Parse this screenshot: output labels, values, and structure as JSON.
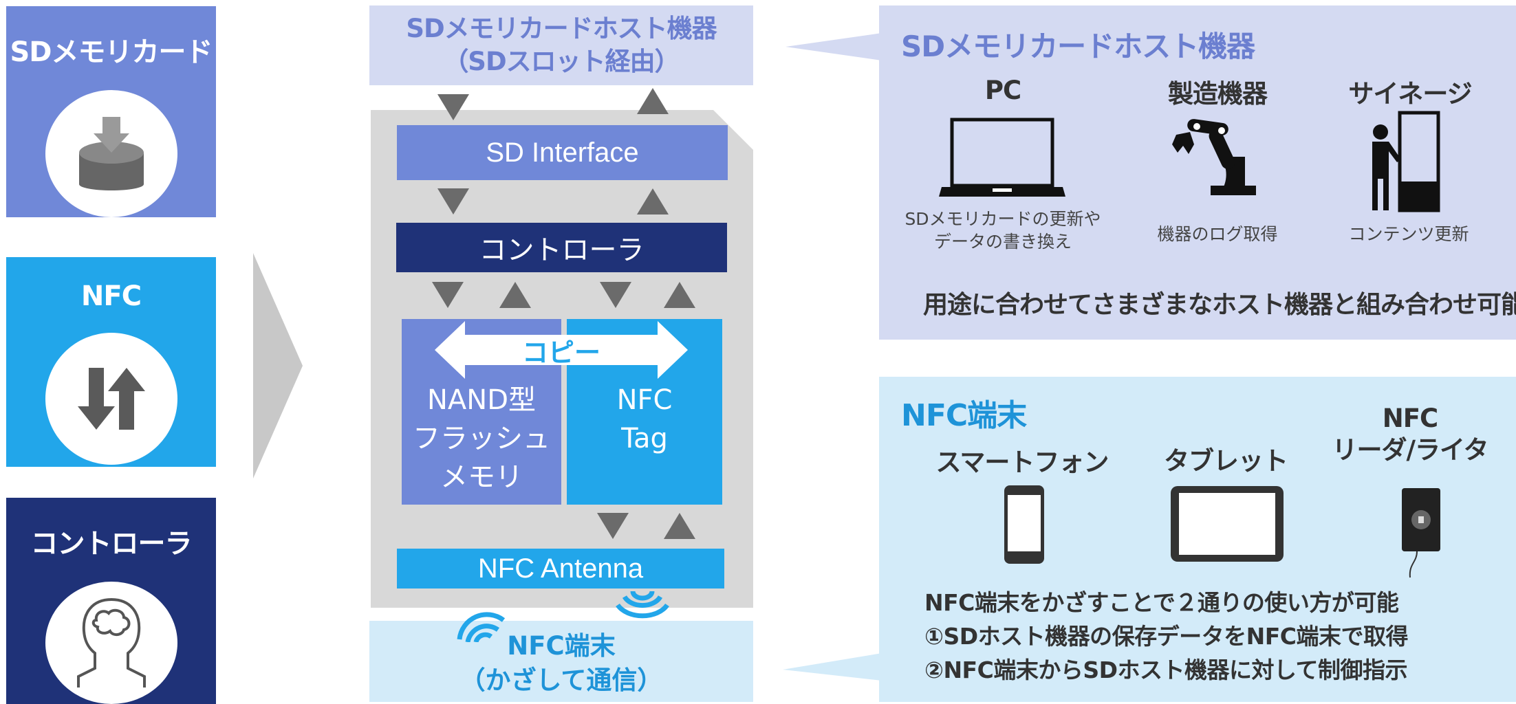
{
  "left_tiles": [
    {
      "label": "SDメモリカード",
      "icon": "sd-card-insert-icon",
      "color": "#7088d8"
    },
    {
      "label": "NFC",
      "icon": "bidirectional-arrows-icon",
      "color": "#22a6ea"
    },
    {
      "label": "コントローラ",
      "icon": "head-brain-icon",
      "color": "#1f3278"
    }
  ],
  "center": {
    "host_box_line1": "SDメモリカードホスト機器",
    "host_box_line2": "（SDスロット経由）",
    "sd_interface": "SD Interface",
    "controller": "コントローラ",
    "copy_label": "コピー",
    "nand_line1": "NAND型",
    "nand_line2": "フラッシュ",
    "nand_line3": "メモリ",
    "nfc_tag_line1": "NFC",
    "nfc_tag_line2": "Tag",
    "antenna": "NFC Antenna",
    "terminal_line1": "NFC端末",
    "terminal_line2": "（かざして通信）"
  },
  "host_panel": {
    "title": "SDメモリカードホスト機器",
    "devices": [
      {
        "label": "PC",
        "icon": "laptop-icon",
        "caption_line1": "SDメモリカードの更新や",
        "caption_line2": "データの書き換え"
      },
      {
        "label": "製造機器",
        "icon": "robot-arm-icon",
        "caption_line1": "機器のログ取得",
        "caption_line2": ""
      },
      {
        "label": "サイネージ",
        "icon": "signage-icon",
        "caption_line1": "コンテンツ更新",
        "caption_line2": ""
      }
    ],
    "summary": "用途に合わせてさまざまなホスト機器と組み合わせ可能"
  },
  "nfc_panel": {
    "title": "NFC端末",
    "devices": [
      {
        "label_line1": "",
        "label_line2": "スマートフォン",
        "icon": "smartphone-icon"
      },
      {
        "label_line1": "",
        "label_line2": "タブレット",
        "icon": "tablet-icon"
      },
      {
        "label_line1": "NFC",
        "label_line2": "リーダ/ライタ",
        "icon": "nfc-reader-icon"
      }
    ],
    "desc_line1": "NFC端末をかざすことで２通りの使い方が可能",
    "desc_line2": "①SDホスト機器の保存データをNFC端末で取得",
    "desc_line3": "②NFC端末からSDホスト機器に対して制御指示"
  },
  "colors": {
    "sd_blue": "#7088d8",
    "nfc_blue": "#22a6ea",
    "navy": "#1f3278",
    "host_panel_bg": "#d4daf2",
    "nfc_panel_bg": "#d3ebf9",
    "card_gray": "#d8d8d8"
  }
}
